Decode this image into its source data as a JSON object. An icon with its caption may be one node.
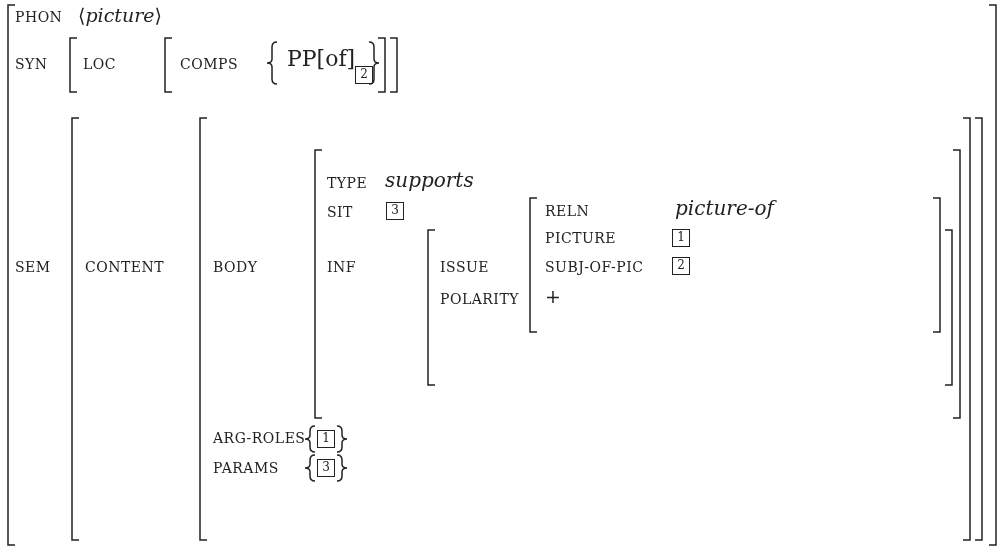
{
  "diagram": {
    "nodes": [
      {
        "text": [
          "2"
        ]
      },
      {
        "text": [
          "3"
        ]
      },
      {
        "text": [
          "1"
        ]
      },
      {
        "text": [
          "2"
        ]
      },
      {
        "text": [
          "1"
        ]
      },
      {
        "text": [
          "3"
        ]
      }
    ],
    "labels": [
      "PHON",
      "⟨*picture*⟩",
      "SYN",
      "LOC",
      "COMPS",
      "PP[of]",
      "SEM",
      "CONTENT",
      "BODY",
      "TYPE",
      "supports",
      "SIT",
      "INF",
      "ISSUE",
      "RELN",
      "picture-of",
      "PICTURE",
      "SUBJ-OF-PIC",
      "POLARITY",
      "+",
      "ARG-ROLES",
      "PARAMS"
    ]
  }
}
